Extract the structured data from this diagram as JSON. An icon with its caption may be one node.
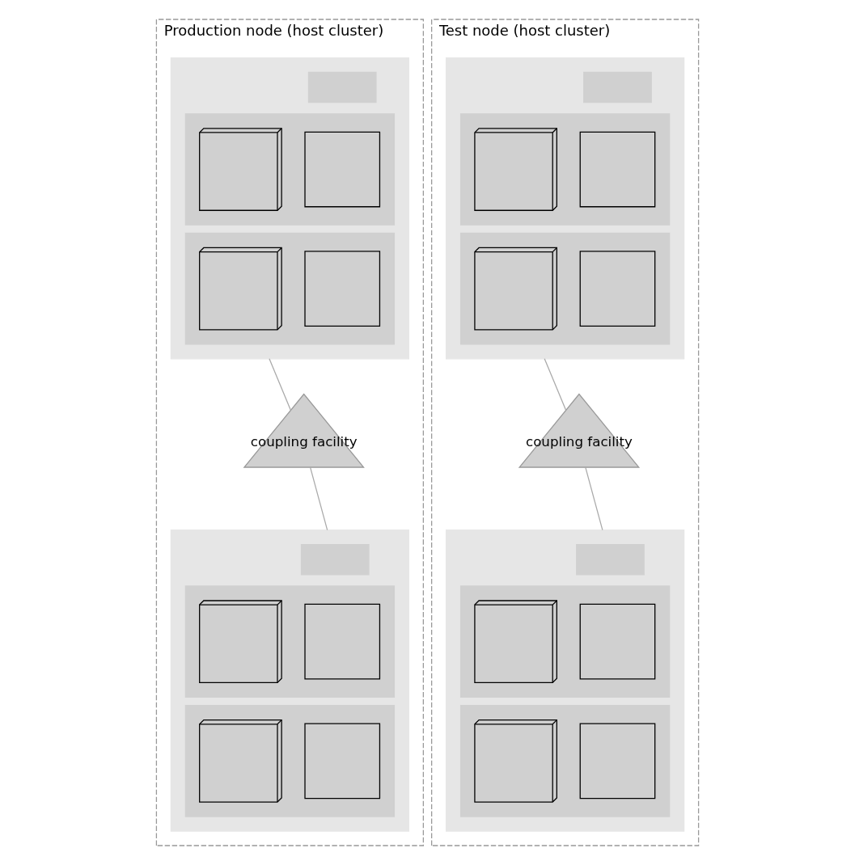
{
  "diagram": {
    "nodes": [
      {
        "text": [
          "Production node (host cluster)"
        ]
      },
      {
        "text": [],
        "shape": "box",
        "in": 0
      },
      {
        "text": [],
        "shape": "box",
        "in": 1
      },
      {
        "text": [],
        "shape": "box",
        "in": 1
      },
      {
        "text": [],
        "shape": "box",
        "in": 3
      },
      {
        "text": [],
        "shape": "box",
        "in": 3
      },
      {
        "text": [],
        "shape": "box",
        "in": 1
      },
      {
        "text": [],
        "shape": "box",
        "in": 6
      },
      {
        "text": [],
        "shape": "box",
        "in": 6
      },
      {
        "text": [
          "coupling facility"
        ],
        "in": 0
      },
      {
        "text": [],
        "shape": "box",
        "in": 0
      },
      {
        "text": [],
        "shape": "box",
        "in": 10
      },
      {
        "text": [],
        "shape": "box",
        "in": 10
      },
      {
        "text": [],
        "shape": "box",
        "in": 12
      },
      {
        "text": [],
        "shape": "box",
        "in": 12
      },
      {
        "text": [],
        "shape": "box",
        "in": 10
      },
      {
        "text": [],
        "shape": "box",
        "in": 15
      },
      {
        "text": [],
        "shape": "box",
        "in": 15
      },
      {
        "text": [
          "Test node (host cluster)"
        ]
      },
      {
        "text": [],
        "shape": "box",
        "in": 18
      },
      {
        "text": [],
        "shape": "box",
        "in": 19
      },
      {
        "text": [],
        "shape": "box",
        "in": 19
      },
      {
        "text": [],
        "shape": "box",
        "in": 21
      },
      {
        "text": [],
        "shape": "box",
        "in": 21
      },
      {
        "text": [],
        "shape": "box",
        "in": 19
      },
      {
        "text": [],
        "shape": "box",
        "in": 24
      },
      {
        "text": [],
        "shape": "box",
        "in": 24
      },
      {
        "text": [
          "coupling facility"
        ],
        "in": 18
      },
      {
        "text": [],
        "shape": "box",
        "in": 18
      },
      {
        "text": [],
        "shape": "box",
        "in": 28
      },
      {
        "text": [],
        "shape": "box",
        "in": 28
      },
      {
        "text": [],
        "shape": "box",
        "in": 30
      },
      {
        "text": [],
        "shape": "box",
        "in": 30
      },
      {
        "text": [],
        "shape": "box",
        "in": 28
      },
      {
        "text": [],
        "shape": "box",
        "in": 33
      },
      {
        "text": [],
        "shape": "box",
        "in": 33
      }
    ],
    "edges": [
      {
        "from": 1,
        "to": 9,
        "arrow": "none"
      },
      {
        "from": 9,
        "to": 10,
        "arrow": "none"
      },
      {
        "from": 19,
        "to": 27,
        "arrow": "none"
      },
      {
        "from": 27,
        "to": 28,
        "arrow": "none"
      }
    ]
  }
}
